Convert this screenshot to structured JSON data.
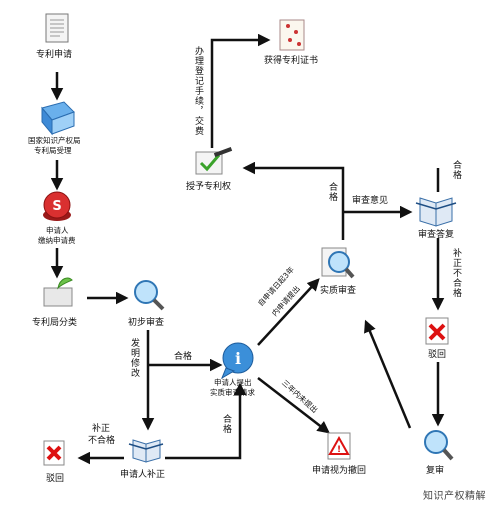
{
  "nodes": {
    "apply": "专利申请",
    "accept_line1": "国家知识产权局",
    "accept_line2": "专利局受理",
    "fee_line1": "申请人",
    "fee_line2": "缴纳申请费",
    "classify": "专利局分类",
    "prelim": "初步审查",
    "request_line1": "申请人提出",
    "request_line2": "实质审查请求",
    "correct": "申请人补正",
    "reject_left": "驳回",
    "withdrawn": "申请视为撤回",
    "substantive": "实质审查",
    "reply": "审查答复",
    "reject_right": "驳回",
    "review": "复审",
    "grant": "授予专利权",
    "certificate": "获得专利证书"
  },
  "edge_labels": {
    "pass_prelim": "合格",
    "defect_correct": "发明修改",
    "pass_correct": "合格",
    "fail_correct_line1": "补正",
    "fail_correct_line2": "不合格",
    "within3y_line1": "自申请日起3年",
    "within3y_line2": "内申请提出",
    "not_in_3y": "三年内未提出",
    "opinion": "审查意见",
    "pass_grant": "合格",
    "pass_reply": "合格",
    "fail_reply": "补正不合格",
    "register": "办理登记手续，交费"
  },
  "watermark": "知识产权精解"
}
